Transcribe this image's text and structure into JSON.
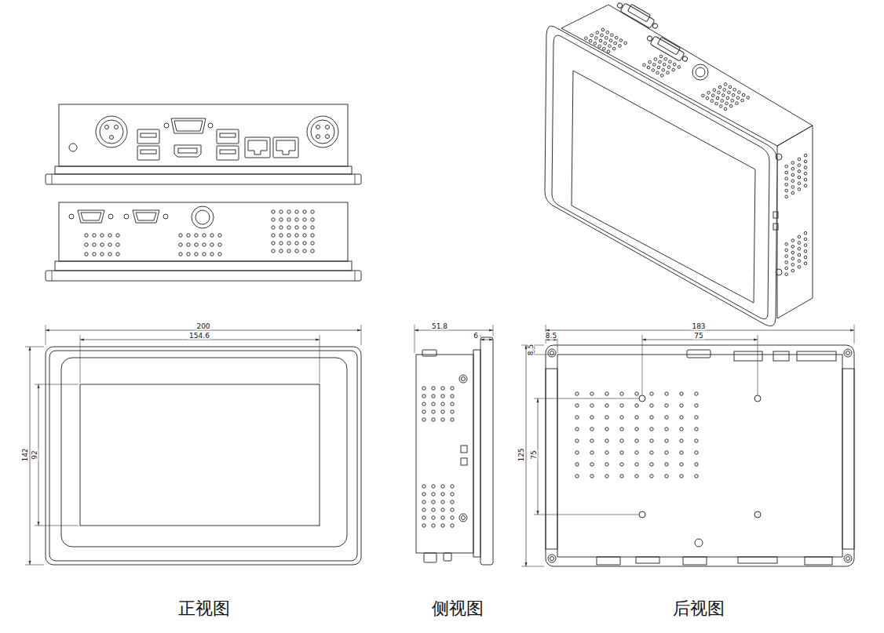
{
  "diagram": {
    "labels": [
      "200",
      "154.6",
      "142",
      "92",
      "51.8",
      "6",
      "8.5",
      "183",
      "8.5",
      "75",
      "125",
      "75",
      "正视图",
      "侧视图",
      "后视图"
    ]
  }
}
